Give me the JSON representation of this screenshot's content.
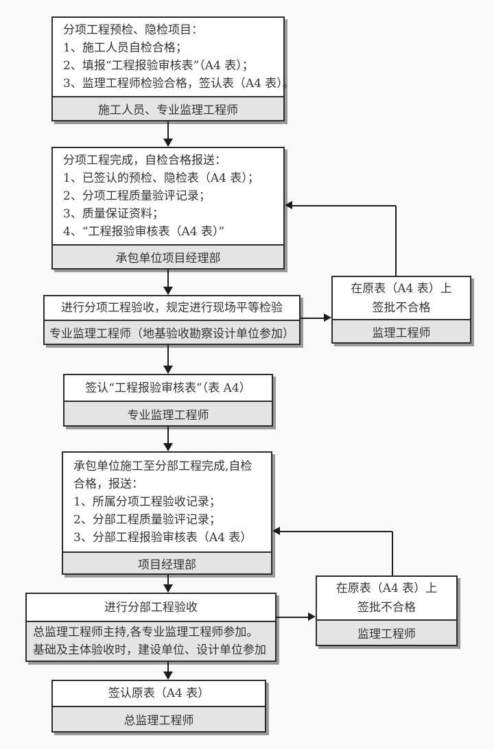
{
  "flow": {
    "box1": {
      "lines": [
        "分项工程预检、隐检项目：",
        "1、施工人员自检合格；",
        "2、填报“工程报验审核表”（A4 表）；",
        "3、监理工程师检验合格，签认表（A4 表）。"
      ],
      "footer": "施工人员、专业监理工程师"
    },
    "box2": {
      "lines": [
        "分项工程完成，自检合格报送：",
        "1、已签认的预检、隐检表（A4 表）；",
        "2、分项工程质量验评记录；",
        "3、质量保证资料；",
        "4、“工程报验审核表（A4 表）”"
      ],
      "footer": "承包单位项目经理部"
    },
    "box3": {
      "body": "进行分项工程验收，规定进行现场平等检验",
      "footer": "专业监理工程师（地基验收勘察设计单位参加）"
    },
    "reject1": {
      "line1": "在原表（A4 表）上",
      "line2": "签批不合格",
      "footer": "监理工程师"
    },
    "box4": {
      "body": "签认“工程报验审核表”（表 A4）",
      "footer": "专业监理工程师"
    },
    "box5": {
      "lines": [
        "承包单位施工至分部工程完成,自检合格，报送：",
        "1、所属分项工程验收记录；",
        "2、分部工程质量验评记录；",
        "3、分部工程报验审核表（A4 表）"
      ],
      "footer": "项目经理部"
    },
    "box6": {
      "body": "进行分部工程验收",
      "footer": "总监理工程师主持,各专业监理工程师参加。基础及主体验收时，建设单位、设计单位参加"
    },
    "reject2": {
      "line1": "在原表（A4 表）上",
      "line2": "签批不合格",
      "footer": "监理工程师"
    },
    "box7": {
      "body": "签认原表（A4 表）",
      "footer": "总监理工程师"
    }
  },
  "colors": {
    "box_border": "#2b2b2b",
    "footer_bg": "#e5e4e4",
    "box_bg": "#ffffff",
    "shadow": "#9a9a9a",
    "connector": "#1b1b1b",
    "background": "#fbfafa",
    "text": "#333333"
  }
}
